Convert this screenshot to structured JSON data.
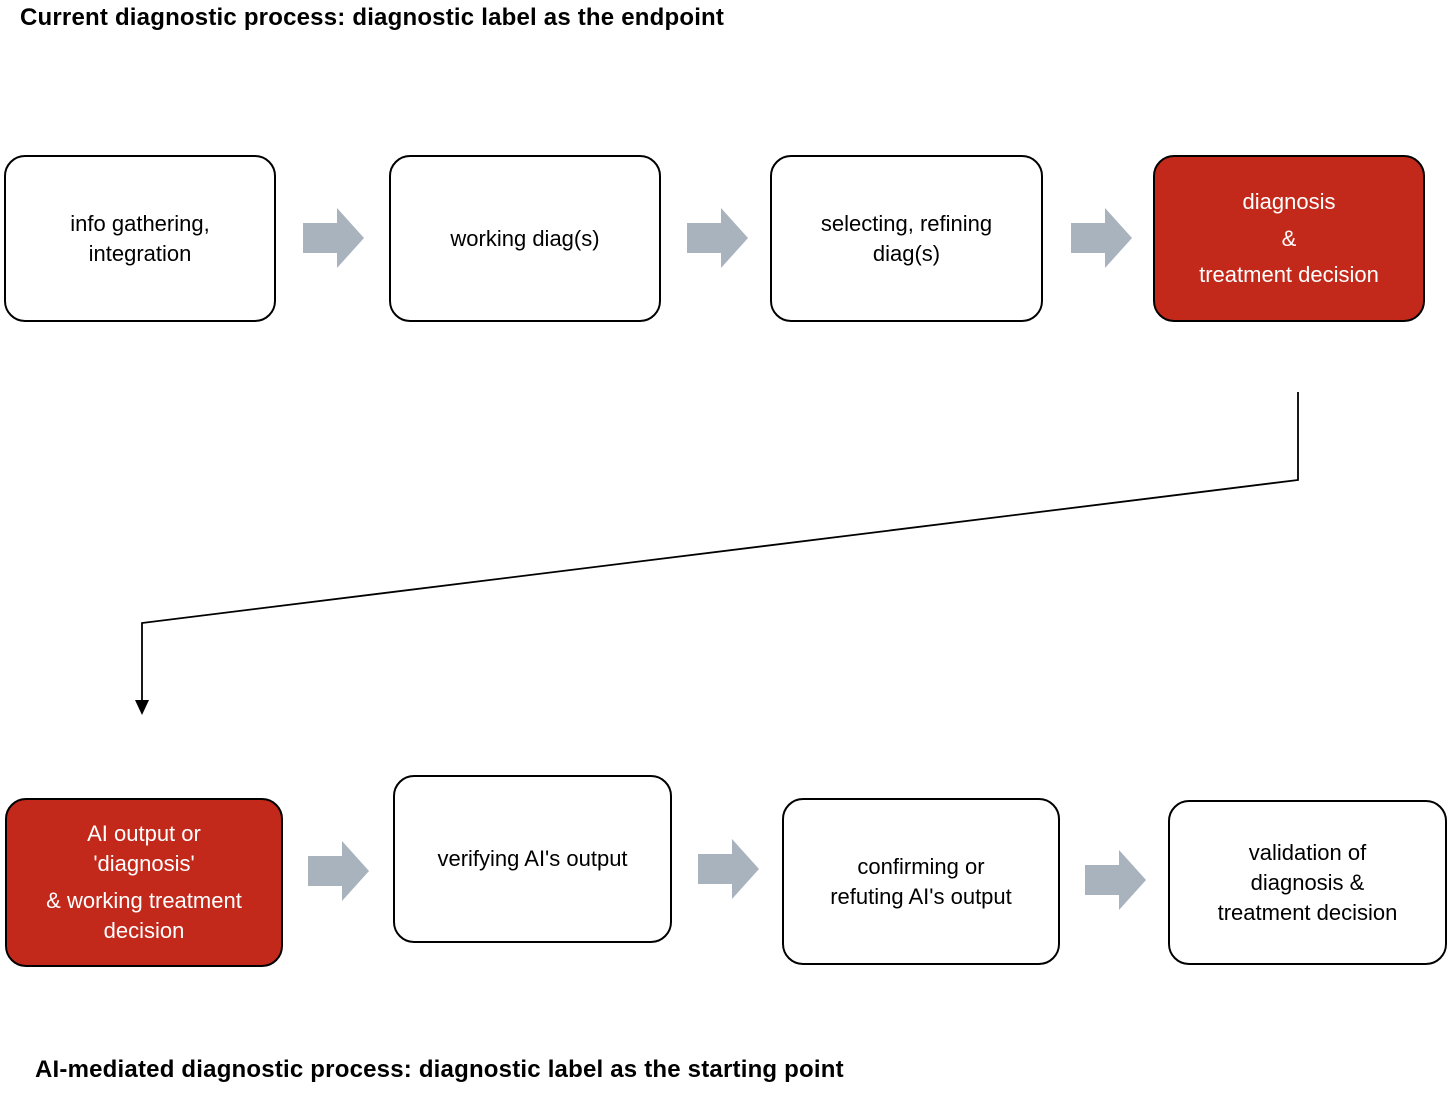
{
  "titles": {
    "top": "Current diagnostic process: diagnostic label as the endpoint",
    "bottom": "AI-mediated diagnostic process: diagnostic label as the starting point"
  },
  "colors": {
    "highlight_red": "#C3291B",
    "box_text_on_red": "#FFFFFF",
    "arrow_gray": "#A8B3BE",
    "box_border": "#000000",
    "connector_line": "#000000",
    "background": "#FFFFFF"
  },
  "top_row": {
    "boxes": [
      {
        "id": "info-gathering",
        "highlighted": false,
        "lines": [
          "info gathering,",
          "integration"
        ]
      },
      {
        "id": "working-diag",
        "highlighted": false,
        "lines": [
          "working diag(s)"
        ]
      },
      {
        "id": "selecting-refining",
        "highlighted": false,
        "lines": [
          "selecting, refining",
          "diag(s)"
        ]
      },
      {
        "id": "diagnosis-treatment",
        "highlighted": true,
        "lines": [
          "diagnosis",
          "&",
          "treatment decision"
        ]
      }
    ]
  },
  "bottom_row": {
    "boxes": [
      {
        "id": "ai-output",
        "highlighted": true,
        "paragraphs": [
          [
            "AI output or",
            "'diagnosis'"
          ],
          [
            "& working treatment",
            "decision"
          ]
        ]
      },
      {
        "id": "verifying-output",
        "highlighted": false,
        "lines": [
          "verifying AI's output"
        ]
      },
      {
        "id": "confirming-refuting",
        "highlighted": false,
        "lines": [
          "confirming or",
          "refuting AI's output"
        ]
      },
      {
        "id": "validation",
        "highlighted": false,
        "lines": [
          "validation of",
          "diagnosis &",
          "treatment decision"
        ]
      }
    ]
  }
}
